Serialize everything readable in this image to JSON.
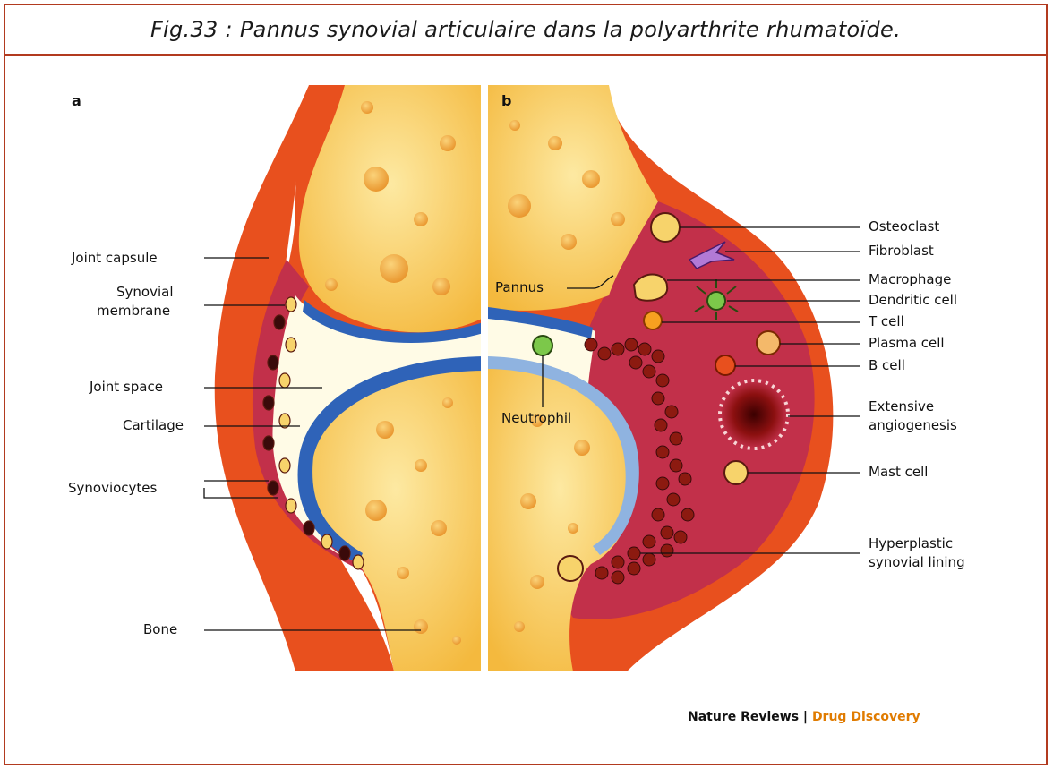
{
  "title": "Fig.33 : Pannus synovial articulaire dans la polyarthrite rhumatoïde.",
  "panels": {
    "a": "a",
    "b": "b"
  },
  "labels_left": {
    "joint_capsule": "Joint capsule",
    "synovial_membrane_1": "Synovial",
    "synovial_membrane_2": "membrane",
    "joint_space": "Joint space",
    "cartilage": "Cartilage",
    "synoviocytes": "Synoviocytes",
    "bone": "Bone"
  },
  "labels_center": {
    "pannus": "Pannus",
    "neutrophil": "Neutrophil"
  },
  "labels_right": {
    "osteoclast": "Osteoclast",
    "fibroblast": "Fibroblast",
    "macrophage": "Macrophage",
    "dendritic_cell": "Dendritic cell",
    "t_cell": "T cell",
    "plasma_cell": "Plasma cell",
    "b_cell": "B cell",
    "angiogenesis_1": "Extensive",
    "angiogenesis_2": "angiogenesis",
    "mast_cell": "Mast cell",
    "hyperplastic_1": "Hyperplastic",
    "hyperplastic_2": "synovial lining"
  },
  "credit": {
    "source": "Nature Reviews",
    "separator": " | ",
    "journal": "Drug Discovery"
  },
  "colors": {
    "frame": "#b23a1f",
    "capsule": "#e8501e",
    "bone": "#f6c04a",
    "bone_inner": "#fbe08a",
    "cartilage": "#2f63b8",
    "synovium": "#c2304a",
    "credit_accent": "#e07b00"
  }
}
